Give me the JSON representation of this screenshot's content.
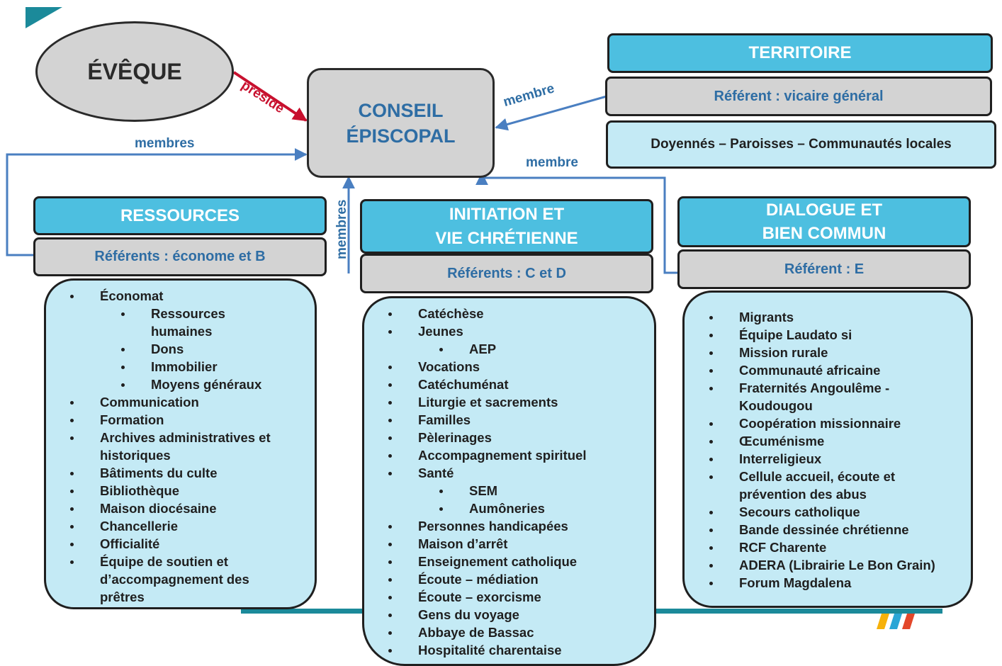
{
  "eveque": "ÉVÊQUE",
  "conseil": {
    "line1": "CONSEIL",
    "line2": "ÉPISCOPAL"
  },
  "edge_labels": {
    "preside": "préside",
    "membres_left": "membres",
    "membre_territoire": "membre",
    "membre_dialogue": "membre",
    "membres_vertical": "membres"
  },
  "territoire": {
    "title": "TERRITOIRE",
    "referent": "Référent : vicaire général",
    "content": "Doyennés – Paroisses – Communautés locales"
  },
  "ressources": {
    "title": "RESSOURCES",
    "referent": "Référents : économe et B",
    "items": [
      {
        "text": "Économat",
        "level": 0
      },
      {
        "text": "Ressources",
        "level": 1
      },
      {
        "text": "humaines",
        "level": 1,
        "cont": true
      },
      {
        "text": "Dons",
        "level": 1
      },
      {
        "text": "Immobilier",
        "level": 1
      },
      {
        "text": "Moyens généraux",
        "level": 1
      },
      {
        "text": "Communication",
        "level": 0
      },
      {
        "text": "Formation",
        "level": 0
      },
      {
        "text": "Archives administratives et",
        "level": 0
      },
      {
        "text": "historiques",
        "level": 0,
        "cont": true
      },
      {
        "text": "Bâtiments du culte",
        "level": 0
      },
      {
        "text": "Bibliothèque",
        "level": 0
      },
      {
        "text": "Maison diocésaine",
        "level": 0
      },
      {
        "text": "Chancellerie",
        "level": 0
      },
      {
        "text": "Officialité",
        "level": 0
      },
      {
        "text": "Équipe de soutien et",
        "level": 0
      },
      {
        "text": "d’accompagnement des",
        "level": 0,
        "cont": true
      },
      {
        "text": "prêtres",
        "level": 0,
        "cont": true
      }
    ]
  },
  "initiation": {
    "title1": "INITIATION ET",
    "title2": "VIE CHRÉTIENNE",
    "referent": "Référents : C et D",
    "items": [
      {
        "text": "Catéchèse",
        "level": 0
      },
      {
        "text": "Jeunes",
        "level": 0
      },
      {
        "text": "AEP",
        "level": 1
      },
      {
        "text": "Vocations",
        "level": 0
      },
      {
        "text": "Catéchuménat",
        "level": 0
      },
      {
        "text": "Liturgie et sacrements",
        "level": 0
      },
      {
        "text": "Familles",
        "level": 0
      },
      {
        "text": "Pèlerinages",
        "level": 0
      },
      {
        "text": "Accompagnement spirituel",
        "level": 0
      },
      {
        "text": "Santé",
        "level": 0
      },
      {
        "text": "SEM",
        "level": 1
      },
      {
        "text": "Aumôneries",
        "level": 1
      },
      {
        "text": "Personnes handicapées",
        "level": 0
      },
      {
        "text": "Maison d’arrêt",
        "level": 0
      },
      {
        "text": "Enseignement catholique",
        "level": 0
      },
      {
        "text": "Écoute – médiation",
        "level": 0
      },
      {
        "text": "Écoute – exorcisme",
        "level": 0
      },
      {
        "text": "Gens du voyage",
        "level": 0
      },
      {
        "text": "Abbaye de Bassac",
        "level": 0
      },
      {
        "text": "Hospitalité charentaise",
        "level": 0
      }
    ]
  },
  "dialogue": {
    "title1": "DIALOGUE ET",
    "title2": "BIEN COMMUN",
    "referent": "Référent : E",
    "items": [
      {
        "text": "Migrants",
        "level": 0
      },
      {
        "text": "Équipe Laudato si",
        "level": 0
      },
      {
        "text": "Mission rurale",
        "level": 0
      },
      {
        "text": "Communauté africaine",
        "level": 0
      },
      {
        "text": "Fraternités Angoulême -",
        "level": 0
      },
      {
        "text": "Koudougou",
        "level": 0,
        "cont": true
      },
      {
        "text": "Coopération missionnaire",
        "level": 0
      },
      {
        "text": "Œcuménisme",
        "level": 0
      },
      {
        "text": "Interreligieux",
        "level": 0
      },
      {
        "text": "Cellule accueil, écoute et",
        "level": 0
      },
      {
        "text": "prévention des abus",
        "level": 0,
        "cont": true
      },
      {
        "text": "Secours catholique",
        "level": 0
      },
      {
        "text": "Bande dessinée chrétienne",
        "level": 0
      },
      {
        "text": "RCF Charente",
        "level": 0
      },
      {
        "text": "ADERA (Librairie Le Bon Grain)",
        "level": 0
      },
      {
        "text": "Forum Magdalena",
        "level": 0
      }
    ]
  },
  "colors": {
    "header": "#4dbfe0",
    "light": "#c4eaf5",
    "grey": "#d3d3d3",
    "blue_text": "#2e6da4",
    "arrow": "#4a7fc1",
    "preside_arrow": "#c8102e"
  }
}
